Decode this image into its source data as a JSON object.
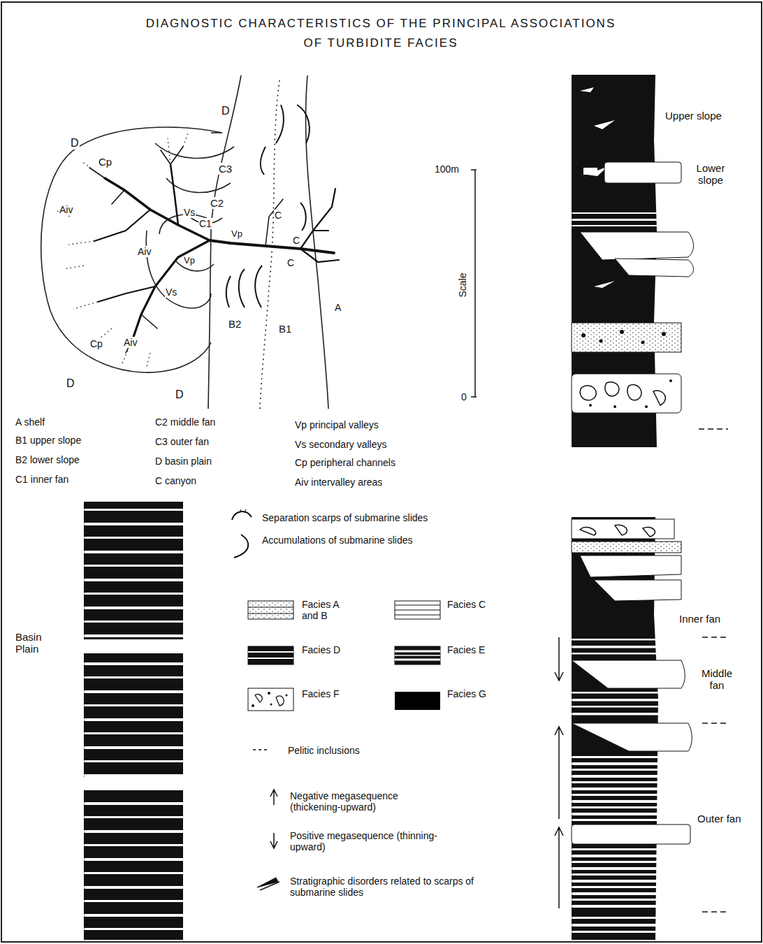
{
  "diagram": {
    "title": "DIAGNOSTIC CHARACTERISTICS OF THE PRINCIPAL ASSOCIATIONS OF TURBIDITE FACIES",
    "labels": [
      "D",
      "D",
      "Cp",
      "C3",
      "C2",
      "Vs",
      "C1",
      "Vp",
      "C",
      "C",
      "C",
      "Aiv",
      "Aiv",
      "Vp",
      "Vs",
      "A",
      "B2",
      "B1",
      "Cp",
      "Aiv",
      "D",
      "D",
      "A shelf",
      "B1 upper slope",
      "B2 lower slope",
      "C1 inner fan",
      "C2 middle fan",
      "C3 outer fan",
      "D basin plain",
      "C canyon",
      "Vp principal valleys",
      "Vs secondary valleys",
      "Cp peripheral channels",
      "Aiv intervalley areas",
      "100m",
      "Scale",
      "0",
      "Upper slope",
      "Lower slope",
      "Basin Plain",
      "Inner fan",
      "Middle fan",
      "Outer fan"
    ],
    "legend": [
      {
        "text": "Separation scarps of submarine slides"
      },
      {
        "text": "Accumulations of submarine slides"
      },
      {
        "text": "Facies A and B"
      },
      {
        "text": "Facies C"
      },
      {
        "text": "Facies D"
      },
      {
        "text": "Facies E"
      },
      {
        "text": "Facies F"
      },
      {
        "text": "Facies G",
        "color": "#000000"
      },
      {
        "text": "Pelitic inclusions"
      },
      {
        "text": "Negative megasequence (thickening-upward)"
      },
      {
        "text": "Positive megasequence (thinning-upward)"
      },
      {
        "text": "Stratigraphic disorders related to scarps of submarine slides"
      }
    ]
  }
}
